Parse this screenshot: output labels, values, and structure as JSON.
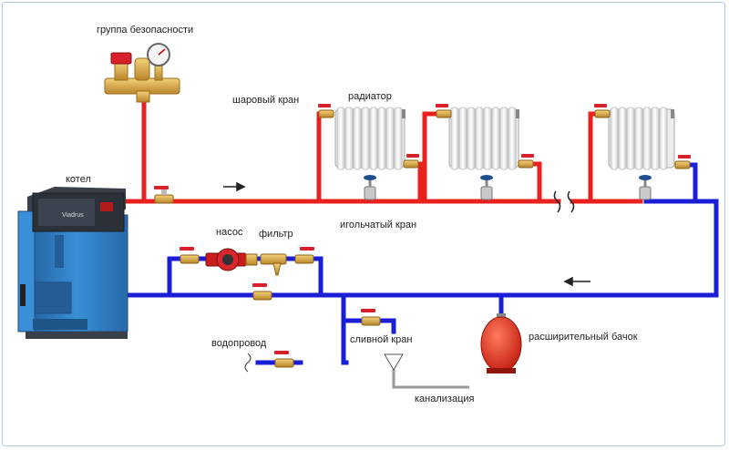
{
  "labels": {
    "safety_group": "группа безопасности",
    "boiler": "котел",
    "ball_valve": "шаровый кран",
    "radiator": "радиатор",
    "needle_valve": "игольчатый кран",
    "pump": "насос",
    "filter": "фильтр",
    "water_supply": "водопровод",
    "drain_valve": "сливной кран",
    "expansion_tank": "расширительный бачок",
    "sewer": "канализация",
    "boiler_brand": "Viadrus"
  },
  "colors": {
    "supply_pipe": "#e8201e",
    "return_pipe": "#1a1fd6",
    "boiler_body": "#2f7fc4",
    "boiler_top": "#3a3f49",
    "valve_brass": "#d8a63a",
    "valve_handle": "#d8202a",
    "radiator": "#f2f2f2",
    "tank": "#d9341f",
    "drain_pipe": "#9a9a9a"
  },
  "icons": [
    "radiator-icon",
    "ball-valve-icon",
    "needle-valve-icon",
    "pump-icon",
    "filter-icon",
    "pressure-gauge-icon",
    "expansion-tank-icon",
    "boiler-icon",
    "funnel-icon",
    "flow-arrow-icon",
    "pipe-break-icon"
  ]
}
